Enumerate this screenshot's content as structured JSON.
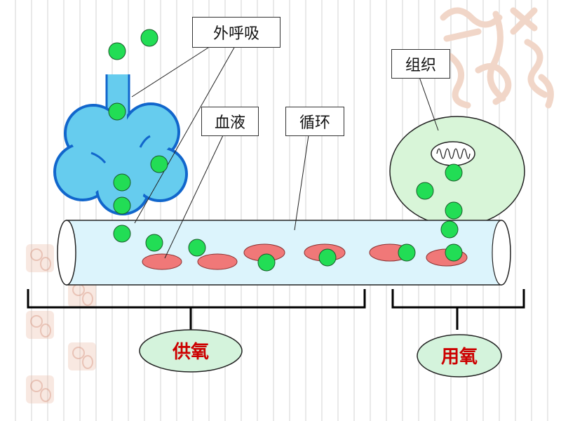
{
  "labels": {
    "external_respiration": "外呼吸",
    "blood": "血液",
    "circulation": "循环",
    "tissue": "组织",
    "oxygen_supply": "供氧",
    "oxygen_use": "用氧"
  },
  "colors": {
    "oxygen_dot": "#22dd55",
    "red_blood_cell": "#f07878",
    "lung": "#66ccee",
    "lung_outline": "#1166cc",
    "vessel": "#dcf4fc",
    "tissue_cell": "#d8f5d8",
    "label_ellipse": "#d4f3dc",
    "label_text": "#cc0000"
  }
}
